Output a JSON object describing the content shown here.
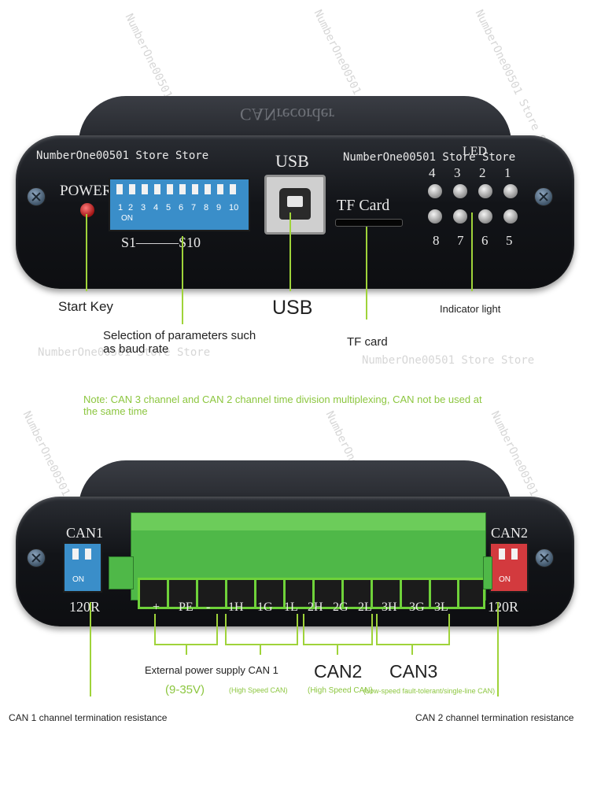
{
  "watermark": "NumberOne00501 Store Store",
  "top_device": {
    "labels": {
      "store_left": "NumberOne00501 Store Store",
      "store_right": "NumberOne00501 Store Store",
      "brand": "CANrecorder",
      "power": "POWER",
      "usb": "USB",
      "tf_card": "TF Card",
      "led": "LED",
      "dip_on": "ON",
      "dip_range": "S1———S10",
      "dip_numbers": [
        "1",
        "2",
        "3",
        "4",
        "5",
        "6",
        "7",
        "8",
        "9",
        "10"
      ],
      "led_top_numbers": [
        "4",
        "3",
        "2",
        "1"
      ],
      "led_bottom_numbers": [
        "8",
        "7",
        "6",
        "5"
      ]
    }
  },
  "callouts_top": {
    "start_key": "Start Key",
    "usb": "USB",
    "indicator": "Indicator light",
    "baud": "Selection of parameters such as baud rate",
    "tf_card": "TF card"
  },
  "note": "Note: CAN 3 channel and CAN 2 channel time division multiplexing, CAN not be used at the same time",
  "bottom_device": {
    "labels": {
      "can1": "CAN1",
      "can2": "CAN2",
      "can1_res": "120R",
      "can2_res": "120R",
      "dip_on_1": "ON",
      "dip_on_2": "ON",
      "pins": [
        "+",
        "PE",
        "-",
        "1H",
        "1G",
        "1L",
        "2H",
        "2G",
        "2L",
        "3H",
        "3G",
        "3L"
      ]
    }
  },
  "callouts_bottom": {
    "ext_power": "External power supply CAN 1",
    "voltage": "(9-35V)",
    "can1_hs": "(High Speed CAN)",
    "can2": "CAN2",
    "can2_hs": "(High Speed CAN)",
    "can3": "CAN3",
    "can3_ls": "(Low-speed fault-tolerant/single-line CAN)",
    "can1_term": "CAN 1 channel termination resistance",
    "can2_term": "CAN 2 channel termination resistance"
  },
  "colors": {
    "accent_green": "#9fd33a",
    "note_green": "#8cc63f",
    "terminal_green": "#4fb848"
  }
}
